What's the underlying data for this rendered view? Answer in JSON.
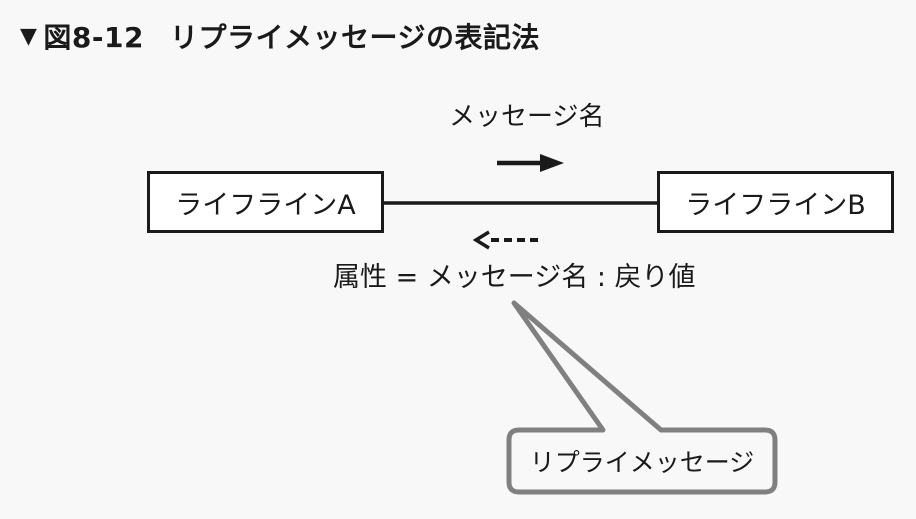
{
  "figure": {
    "marker": "▼",
    "number": "図8-12",
    "title": "リプライメッセージの表記法"
  },
  "diagram": {
    "message_label": "メッセージ名",
    "lifeline_a": "ライフラインA",
    "lifeline_b": "ライフラインB",
    "reply_label": "属性 = メッセージ名 : 戻り値",
    "callout_label": "リプライメッセージ"
  },
  "colors": {
    "ink": "#1a1a1a",
    "callout_border": "#808080",
    "background": "#f8f8f8"
  }
}
